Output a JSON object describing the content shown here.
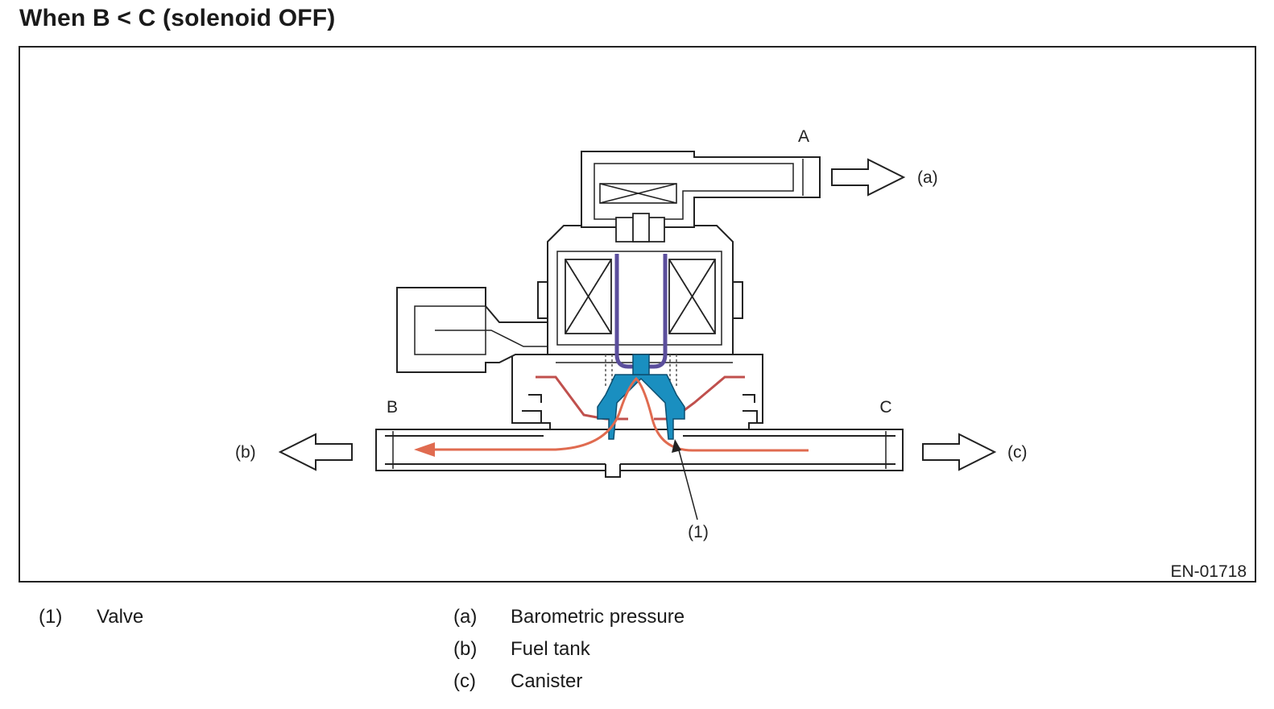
{
  "title": "When B < C (solenoid OFF)",
  "figure_code": "EN-01718",
  "ports": {
    "A": "A",
    "B": "B",
    "C": "C"
  },
  "callouts": {
    "a": "(a)",
    "b": "(b)",
    "c": "(c)",
    "one": "(1)"
  },
  "legend": [
    {
      "code": "(1)",
      "text": "Valve"
    },
    {
      "code": "(a)",
      "text": "Barometric pressure"
    },
    {
      "code": "(b)",
      "text": "Fuel tank"
    },
    {
      "code": "(c)",
      "text": "Canister"
    }
  ],
  "colors": {
    "flow": "#e06b50",
    "valve": "#1a8fc0",
    "plunger": "#5b4e9c",
    "diaphragm": "#c0504d",
    "outline": "#222222"
  }
}
